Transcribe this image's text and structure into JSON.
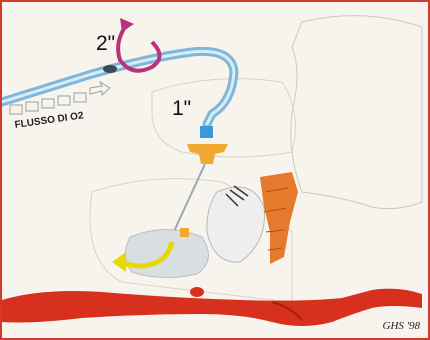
{
  "labels": {
    "marker_2": "2\"",
    "marker_1": "1\"",
    "flow": "FLUSSO DI O2",
    "signature": "GHS '98"
  },
  "colors": {
    "frame": "#d23a2c",
    "tube": "#8fc3df",
    "rotation_arrow": "#b8327c",
    "stylet": "#f0a830",
    "stylet_cap": "#3a9ad9",
    "vessel": "#d7301f",
    "cartilage": "#e57a2c",
    "yellow_arrow": "#e6d800"
  }
}
